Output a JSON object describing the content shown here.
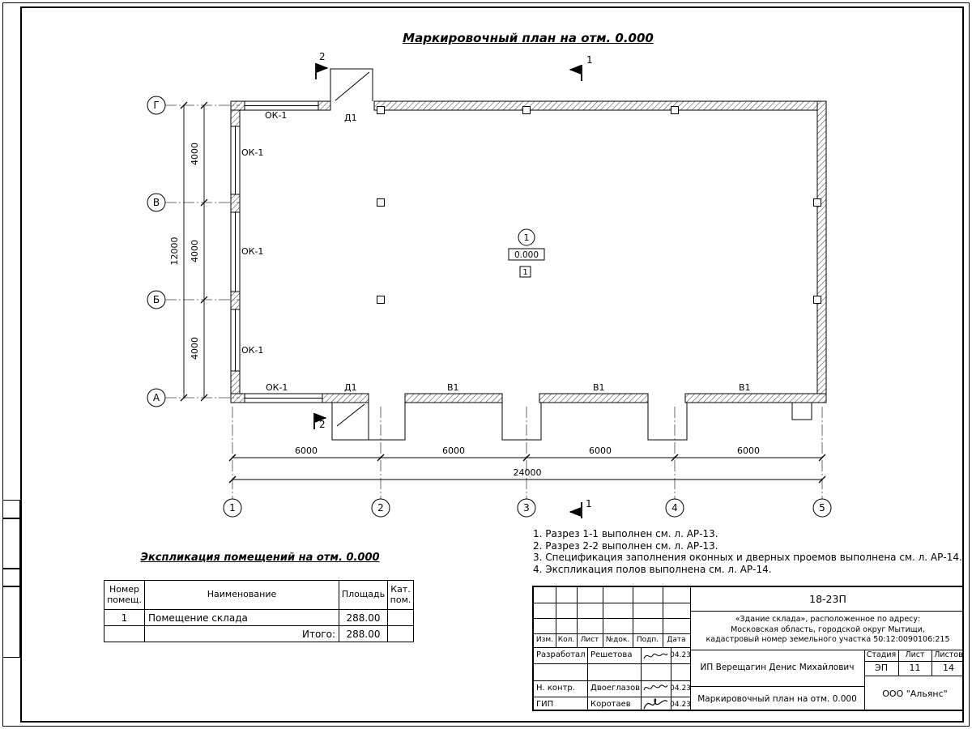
{
  "colors": {
    "ink": "#000000",
    "paper": "#ffffff"
  },
  "title": "Маркировочный план на отм. 0.000",
  "plan": {
    "axes": {
      "rows": [
        "Г",
        "В",
        "Б",
        "А"
      ],
      "cols": [
        "1",
        "2",
        "3",
        "4",
        "5"
      ]
    },
    "dims": {
      "bay_v": "4000",
      "total_v": "12000",
      "bay_h": "6000",
      "total_h": "24000"
    },
    "labels": {
      "window": "ОК-1",
      "door": "Д1",
      "gate": "В1"
    },
    "room": {
      "number": "1",
      "elevation": "0.000",
      "floor": "1"
    },
    "sections": {
      "s1": "1",
      "s2": "2"
    }
  },
  "explication": {
    "title": "Экспликация помещений на отм. 0.000",
    "headers": [
      "Номер помещ.",
      "Наименование",
      "Площадь",
      "Кат. пом."
    ],
    "rows": [
      {
        "num": "1",
        "name": "Помещение склада",
        "area": "288.00",
        "cat": ""
      }
    ],
    "total_label": "Итого:",
    "total_value": "288.00"
  },
  "notes": [
    "1. Разрез 1-1 выполнен см. л. АР-13.",
    "2. Разрез 2-2 выполнен см. л. АР-13.",
    "3. Спецификация заполнения оконных и дверных проемов выполнена см. л. АР-14.",
    "4. Экспликация полов выполнена см. л. АР-14."
  ],
  "titleblock": {
    "doc_number": "18-23П",
    "address": "«Здание склада», расположенное по адресу:\nМосковская область, городской округ Мытищи,\nкадастровый номер земельного участка 50:12:0090106:215",
    "col_headers": [
      "Изм.",
      "Кол.",
      "Лист",
      "№док.",
      "Подп.",
      "Дата"
    ],
    "rows": [
      {
        "role": "Разработал",
        "name": "Решетова",
        "date": "04.23"
      },
      {
        "role": "Н. контр.",
        "name": "Двоеглазов",
        "date": "04.23"
      },
      {
        "role": "ГИП",
        "name": "Коротаев",
        "date": "04.23"
      }
    ],
    "customer": "ИП Верещагин Денис Михайлович",
    "stage_label": "Стадия",
    "sheet_label": "Лист",
    "sheets_label": "Листов",
    "stage": "ЭП",
    "sheet": "11",
    "sheets": "14",
    "sheet_title": "Маркировочный план на отм. 0.000",
    "company": "ООО \"Альянс\""
  }
}
